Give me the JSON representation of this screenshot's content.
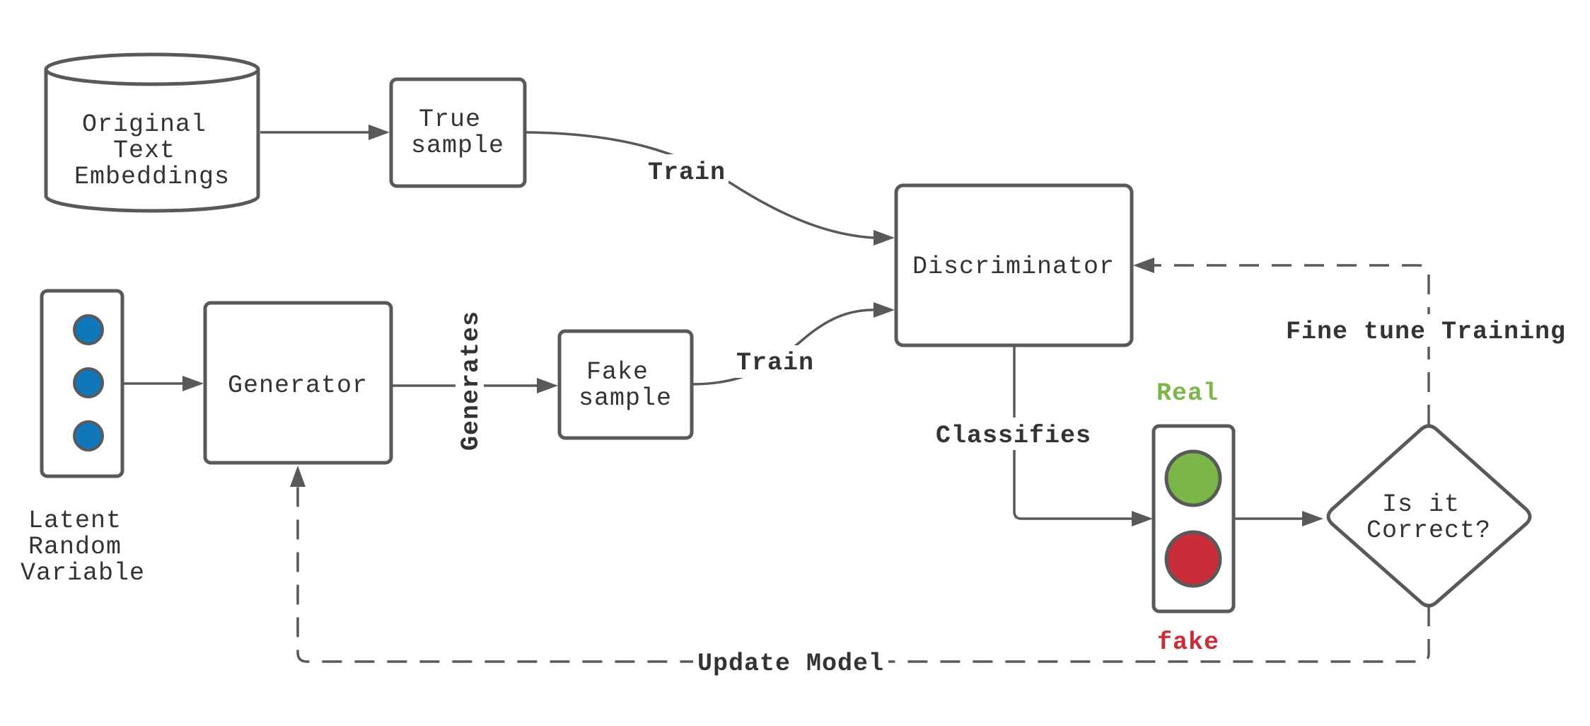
{
  "colors": {
    "stroke": "#595959",
    "text": "#333333",
    "dot_blue": "#1177bb",
    "real_green": "#7ab648",
    "fake_red": "#c92d39"
  },
  "nodes": {
    "original_embeddings": {
      "lines": [
        "Original",
        "Text",
        "Embeddings"
      ]
    },
    "true_sample": {
      "lines": [
        "True",
        "sample"
      ]
    },
    "discriminator": {
      "label": "Discriminator"
    },
    "generator": {
      "label": "Generator"
    },
    "fake_sample": {
      "lines": [
        "Fake",
        "sample"
      ]
    },
    "latent": {
      "lines": [
        "Latent",
        "Random",
        "Variable"
      ]
    },
    "decision": {
      "lines": [
        "Is it",
        "Correct?"
      ]
    },
    "traffic_light": {
      "real_label": "Real",
      "fake_label": "fake"
    }
  },
  "edges": {
    "train_true": "Train",
    "train_fake": "Train",
    "generates": "Generates",
    "classifies": "Classifies",
    "fine_tune": "Fine tune Training",
    "update_model": "Update Model"
  },
  "icons": {
    "database": "database-cylinder-icon",
    "latent_dots": "circle-dot-icon",
    "traffic_light": "traffic-light-icon",
    "decision": "diamond-decision-icon"
  }
}
